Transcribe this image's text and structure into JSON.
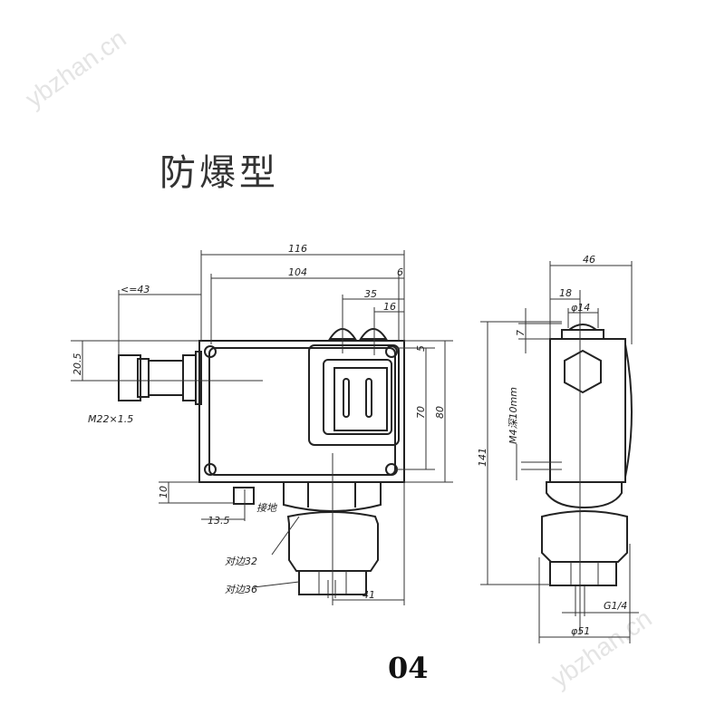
{
  "title": "防爆型",
  "model_code": "04",
  "watermark": "ybzhan.cn",
  "front_view": {
    "dims": {
      "overall_width": "116",
      "inner_width": "104",
      "offset": "6",
      "window_width": "35",
      "knob_offset": "16",
      "cable_length": "<=43",
      "cable_height": "20.5",
      "thread": "M22×1.5",
      "top_margin": "5",
      "hole_spacing": "70",
      "overall_height": "80",
      "ground_height": "10",
      "ground_label": "接地",
      "ground_offset": "13.5",
      "hex_32": "对边32",
      "hex_36": "对边36",
      "center_offset": "41"
    }
  },
  "side_view": {
    "dims": {
      "width": "46",
      "offset": "18",
      "knob_dia": "φ14",
      "knob_height": "7",
      "mount_thread": "M4深10mm",
      "height": "141",
      "port_thread": "G1/4",
      "base_dia": "φ51"
    }
  }
}
